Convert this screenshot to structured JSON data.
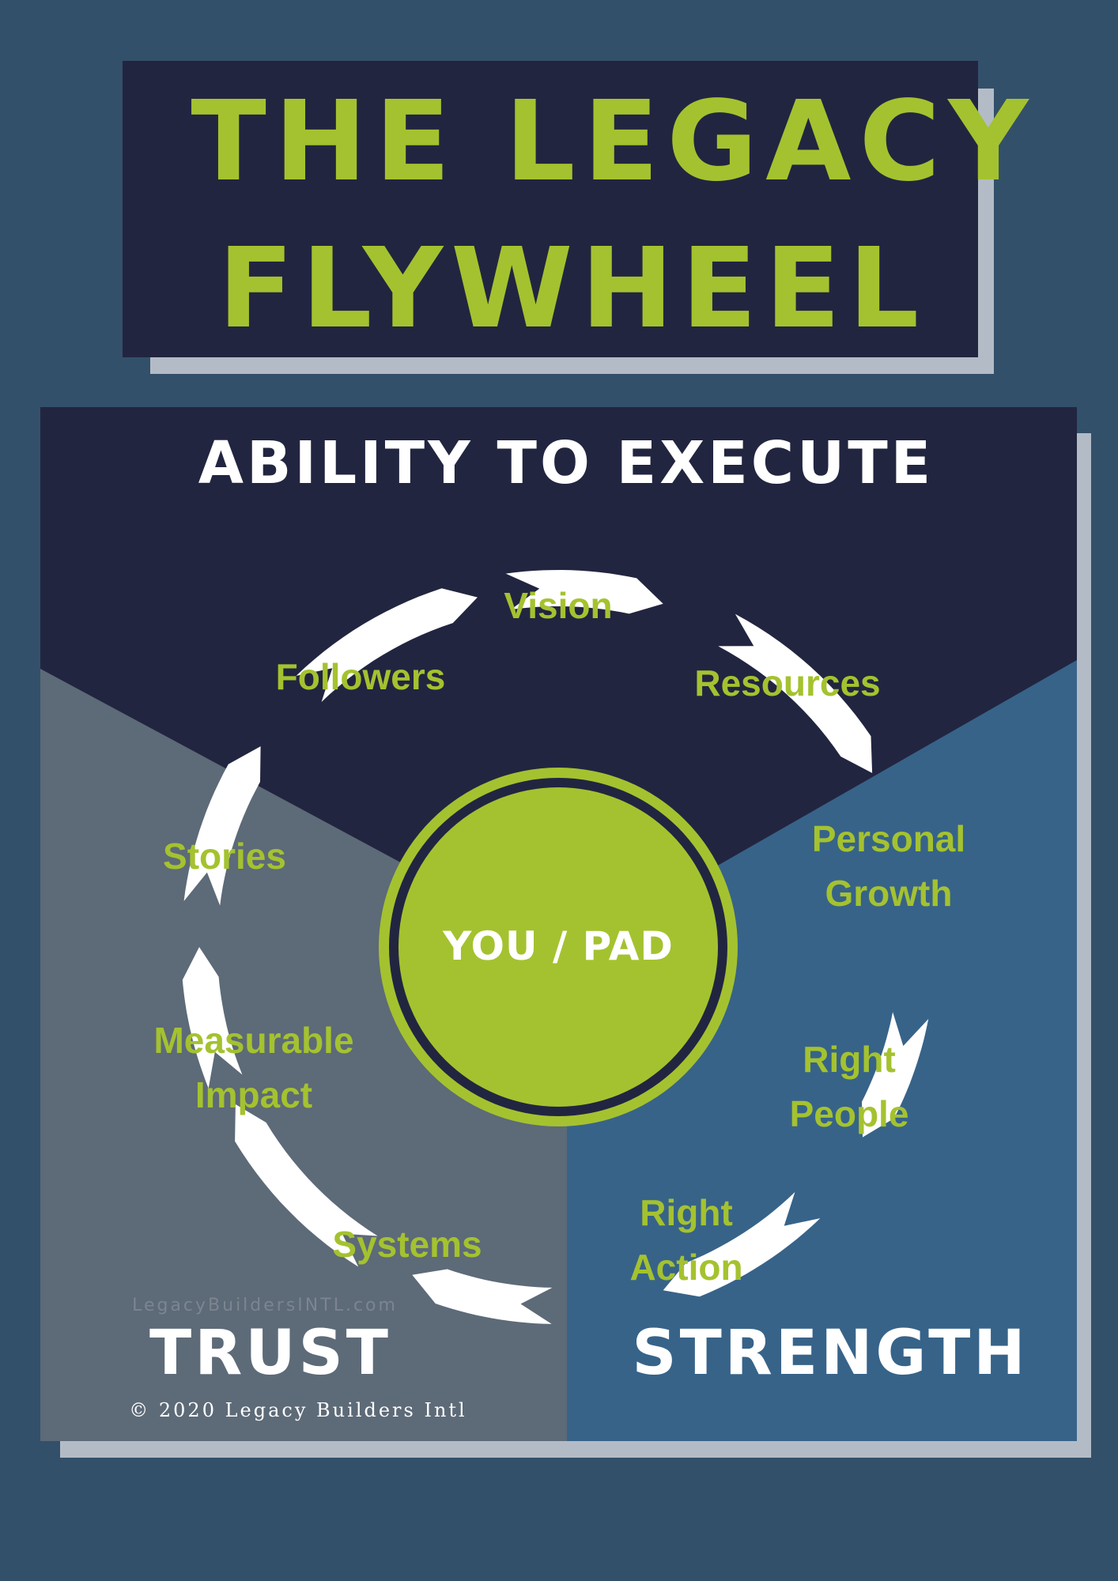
{
  "title": {
    "line1": "THE LEGACY",
    "line2": "FLYWHEEL"
  },
  "heading": "ABILITY TO EXECUTE",
  "center_label": "YOU / PAD",
  "cycle_nodes": [
    {
      "id": "vision",
      "lines": [
        "Vision"
      ]
    },
    {
      "id": "resources",
      "lines": [
        "Resources"
      ]
    },
    {
      "id": "personal-growth",
      "lines": [
        "Personal",
        "Growth"
      ]
    },
    {
      "id": "right-people",
      "lines": [
        "Right",
        "People"
      ]
    },
    {
      "id": "right-action",
      "lines": [
        "Right",
        "Action"
      ]
    },
    {
      "id": "systems",
      "lines": [
        "Systems"
      ]
    },
    {
      "id": "measurable-impact",
      "lines": [
        "Measurable",
        "Impact"
      ]
    },
    {
      "id": "stories",
      "lines": [
        "Stories"
      ]
    },
    {
      "id": "followers",
      "lines": [
        "Followers"
      ]
    }
  ],
  "corners": {
    "left": "TRUST",
    "right": "STRENGTH"
  },
  "footer": {
    "url": "LegacyBuildersINTL.com",
    "copyright": "© 2020 Legacy Builders Intl"
  },
  "colors": {
    "page_background": "#33506a",
    "navy": "#222540",
    "lime": "#a4c22f",
    "gray_panel": "#5d6a78",
    "blue_panel": "#376389",
    "shadow": "#b3bcc6",
    "arrow": "#ffffff"
  }
}
